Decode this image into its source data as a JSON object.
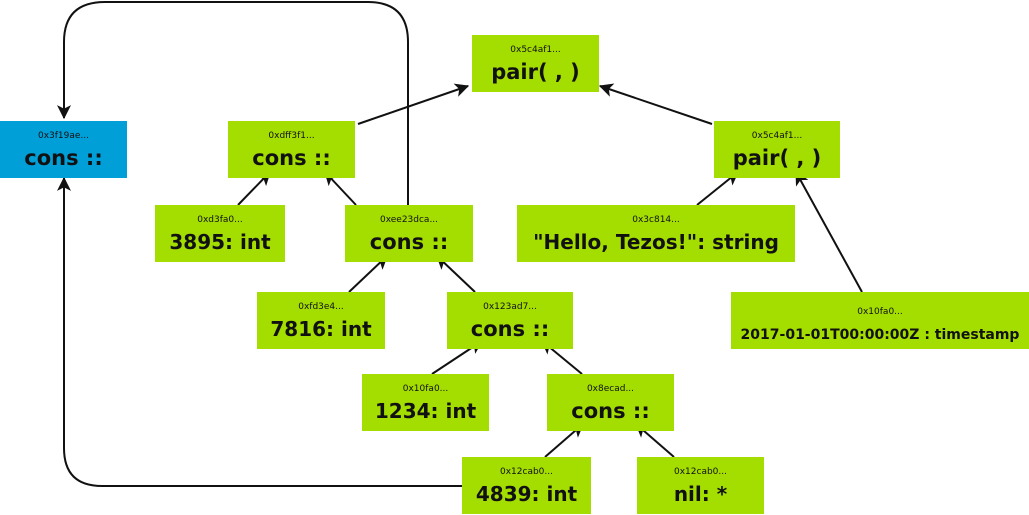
{
  "colors": {
    "node_default": "#a4dd00",
    "node_highlight": "#009fd8",
    "edge": "#111111"
  },
  "nodes": {
    "pair_root": {
      "addr": "0x5c4af1...",
      "label": "pair( , )"
    },
    "pair_right": {
      "addr": "0x5c4af1...",
      "label": "pair( , )"
    },
    "cons_dff": {
      "addr": "0xdff3f1...",
      "label": "cons ::"
    },
    "cons_3f1": {
      "addr": "0x3f19ae...",
      "label": "cons ::"
    },
    "int_3895": {
      "addr": "0xd3fa0...",
      "label": "3895: int"
    },
    "cons_ee2": {
      "addr": "0xee23dca...",
      "label": "cons ::"
    },
    "str_hello": {
      "addr": "0x3c814...",
      "label": "\"Hello, Tezos!\": string"
    },
    "int_7816": {
      "addr": "0xfd3e4...",
      "label": "7816: int"
    },
    "cons_123": {
      "addr": "0x123ad7...",
      "label": "cons ::"
    },
    "ts_2017": {
      "addr": "0x10fa0...",
      "label": "2017-01-01T00:00:00Z : timestamp"
    },
    "int_1234": {
      "addr": "0x10fa0...",
      "label": "1234: int"
    },
    "cons_8ec": {
      "addr": "0x8ecad...",
      "label": "cons ::"
    },
    "int_4839": {
      "addr": "0x12cab0...",
      "label": "4839: int"
    },
    "nil": {
      "addr": "0x12cab0...",
      "label": "nil: *"
    }
  }
}
